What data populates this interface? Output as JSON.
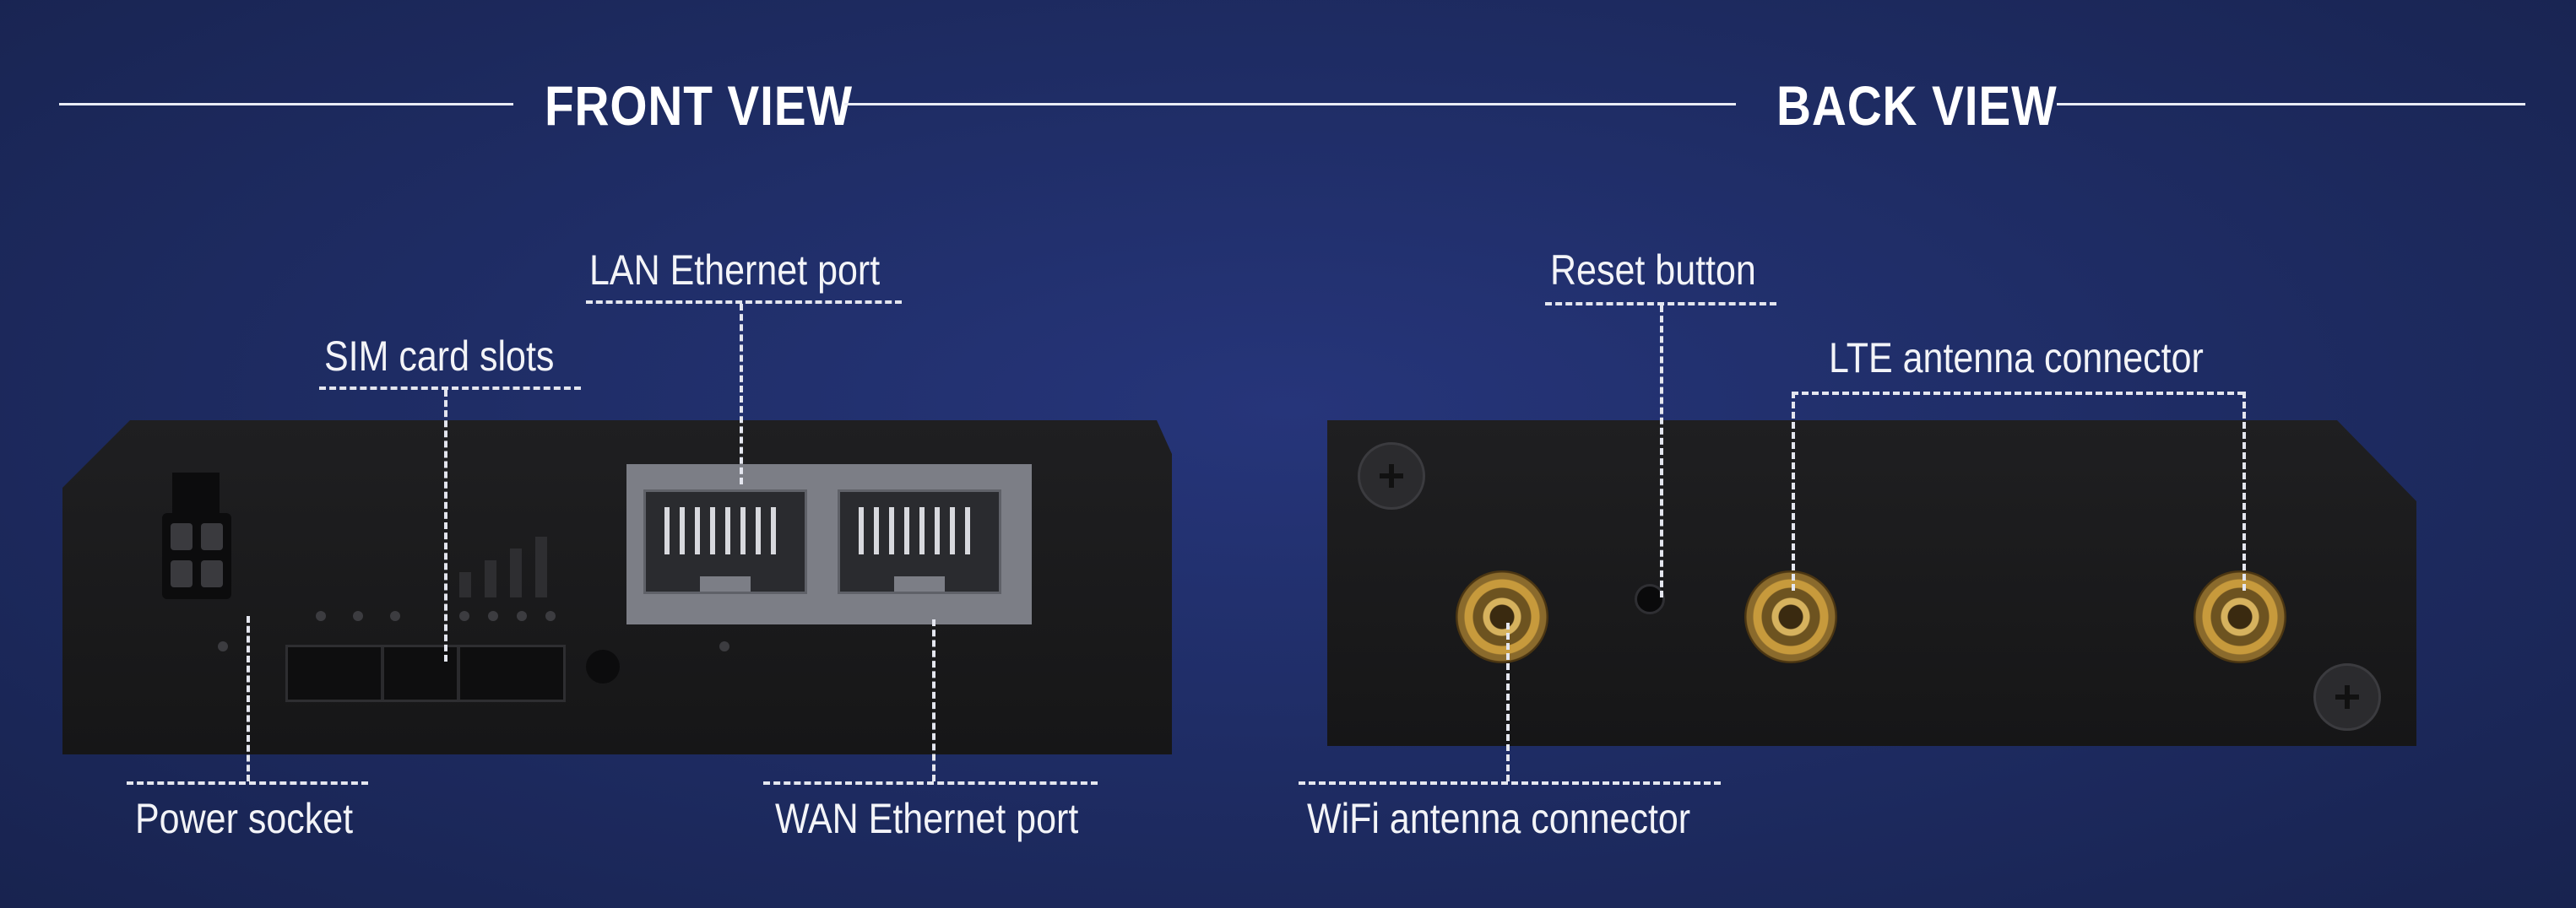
{
  "sections": {
    "front": {
      "title": "FRONT VIEW"
    },
    "back": {
      "title": "BACK VIEW"
    }
  },
  "callouts": {
    "lan_port": "LAN Ethernet port",
    "sim_slots": "SIM card slots",
    "power_socket": "Power socket",
    "wan_port": "WAN Ethernet port",
    "reset_button": "Reset button",
    "lte_antenna": "LTE antenna connector",
    "wifi_antenna": "WiFi antenna connector"
  },
  "colors": {
    "background": "#1f2c63",
    "device_body": "#1c1c1e",
    "callout_line": "#e4e6ef",
    "connector_gold": "#c79a3c",
    "ethernet_block": "#7c7e86"
  },
  "icons": {
    "power_socket": "power-socket-icon",
    "screw": "screw-icon",
    "connector": "sma-connector-icon"
  }
}
